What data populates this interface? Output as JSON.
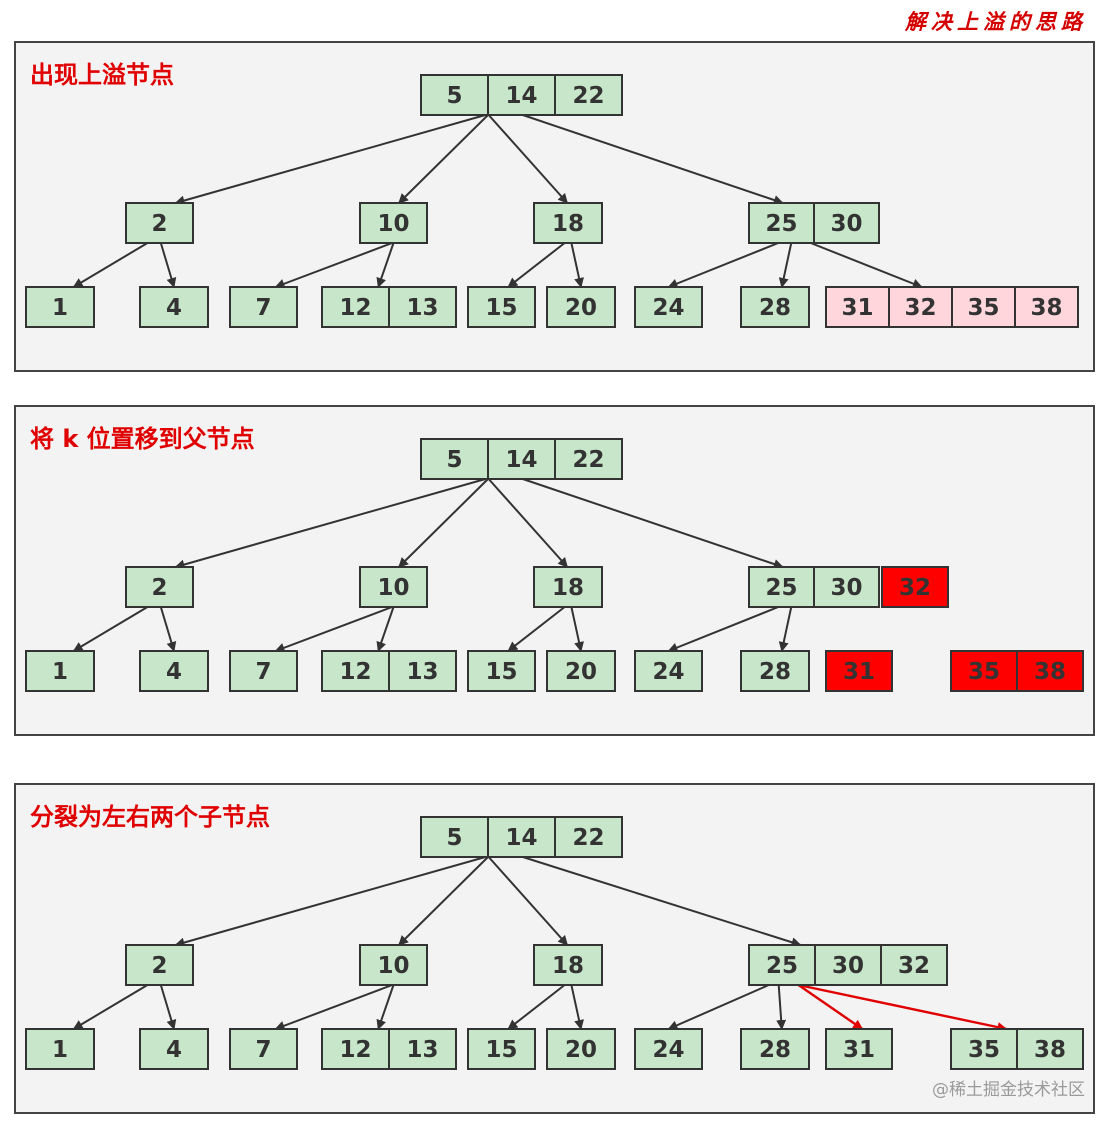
{
  "header": {
    "title": "解决上溢的思路"
  },
  "watermark": "@稀土掘金技术社区",
  "colors": {
    "normal_fill": "#c8e6c9",
    "overflow_fill": "#ffd6dc",
    "highlight_fill": "#ff0000",
    "border": "#333333",
    "edge": "#333333",
    "red_edge": "#e00000",
    "panel_bg": "#f3f3f3"
  },
  "panels": [
    {
      "title": "出现上溢节点",
      "root": {
        "keys": [
          "5",
          "14",
          "22"
        ]
      },
      "level2": [
        {
          "id": "n2",
          "keys": [
            "2"
          ],
          "style": "normal"
        },
        {
          "id": "n10",
          "keys": [
            "10"
          ],
          "style": "normal"
        },
        {
          "id": "n18",
          "keys": [
            "18"
          ],
          "style": "normal"
        },
        {
          "id": "n2530",
          "keys": [
            "25",
            "30"
          ],
          "style": "normal"
        }
      ],
      "leaves": [
        {
          "id": "l1",
          "keys": [
            "1"
          ],
          "style": "normal"
        },
        {
          "id": "l4",
          "keys": [
            "4"
          ],
          "style": "normal"
        },
        {
          "id": "l7",
          "keys": [
            "7"
          ],
          "style": "normal"
        },
        {
          "id": "l1213",
          "keys": [
            "12",
            "13"
          ],
          "style": "normal"
        },
        {
          "id": "l15",
          "keys": [
            "15"
          ],
          "style": "normal"
        },
        {
          "id": "l20",
          "keys": [
            "20"
          ],
          "style": "normal"
        },
        {
          "id": "l24",
          "keys": [
            "24"
          ],
          "style": "normal"
        },
        {
          "id": "l28",
          "keys": [
            "28"
          ],
          "style": "normal"
        },
        {
          "id": "l31323538",
          "keys": [
            "31",
            "32",
            "35",
            "38"
          ],
          "style": "overflow"
        }
      ]
    },
    {
      "title": "将 k 位置移到父节点",
      "root": {
        "keys": [
          "5",
          "14",
          "22"
        ]
      },
      "level2": [
        {
          "id": "n2",
          "keys": [
            "2"
          ],
          "style": "normal"
        },
        {
          "id": "n10",
          "keys": [
            "10"
          ],
          "style": "normal"
        },
        {
          "id": "n18",
          "keys": [
            "18"
          ],
          "style": "normal"
        },
        {
          "id": "n2530",
          "keys": [
            "25",
            "30"
          ],
          "style": "normal"
        },
        {
          "id": "n32",
          "keys": [
            "32"
          ],
          "style": "highlight"
        }
      ],
      "leaves": [
        {
          "id": "l1",
          "keys": [
            "1"
          ],
          "style": "normal"
        },
        {
          "id": "l4",
          "keys": [
            "4"
          ],
          "style": "normal"
        },
        {
          "id": "l7",
          "keys": [
            "7"
          ],
          "style": "normal"
        },
        {
          "id": "l1213",
          "keys": [
            "12",
            "13"
          ],
          "style": "normal"
        },
        {
          "id": "l15",
          "keys": [
            "15"
          ],
          "style": "normal"
        },
        {
          "id": "l20",
          "keys": [
            "20"
          ],
          "style": "normal"
        },
        {
          "id": "l24",
          "keys": [
            "24"
          ],
          "style": "normal"
        },
        {
          "id": "l28",
          "keys": [
            "28"
          ],
          "style": "normal"
        },
        {
          "id": "l31",
          "keys": [
            "31"
          ],
          "style": "highlight"
        },
        {
          "id": "l3538",
          "keys": [
            "35",
            "38"
          ],
          "style": "highlight"
        }
      ]
    },
    {
      "title": "分裂为左右两个子节点",
      "root": {
        "keys": [
          "5",
          "14",
          "22"
        ]
      },
      "level2": [
        {
          "id": "n2",
          "keys": [
            "2"
          ],
          "style": "normal"
        },
        {
          "id": "n10",
          "keys": [
            "10"
          ],
          "style": "normal"
        },
        {
          "id": "n18",
          "keys": [
            "18"
          ],
          "style": "normal"
        },
        {
          "id": "n253032",
          "keys": [
            "25",
            "30",
            "32"
          ],
          "style": "normal"
        }
      ],
      "leaves": [
        {
          "id": "l1",
          "keys": [
            "1"
          ],
          "style": "normal"
        },
        {
          "id": "l4",
          "keys": [
            "4"
          ],
          "style": "normal"
        },
        {
          "id": "l7",
          "keys": [
            "7"
          ],
          "style": "normal"
        },
        {
          "id": "l1213",
          "keys": [
            "12",
            "13"
          ],
          "style": "normal"
        },
        {
          "id": "l15",
          "keys": [
            "15"
          ],
          "style": "normal"
        },
        {
          "id": "l20",
          "keys": [
            "20"
          ],
          "style": "normal"
        },
        {
          "id": "l24",
          "keys": [
            "24"
          ],
          "style": "normal"
        },
        {
          "id": "l28",
          "keys": [
            "28"
          ],
          "style": "normal"
        },
        {
          "id": "l31",
          "keys": [
            "31"
          ],
          "style": "normal"
        },
        {
          "id": "l3538",
          "keys": [
            "35",
            "38"
          ],
          "style": "normal"
        }
      ]
    }
  ]
}
